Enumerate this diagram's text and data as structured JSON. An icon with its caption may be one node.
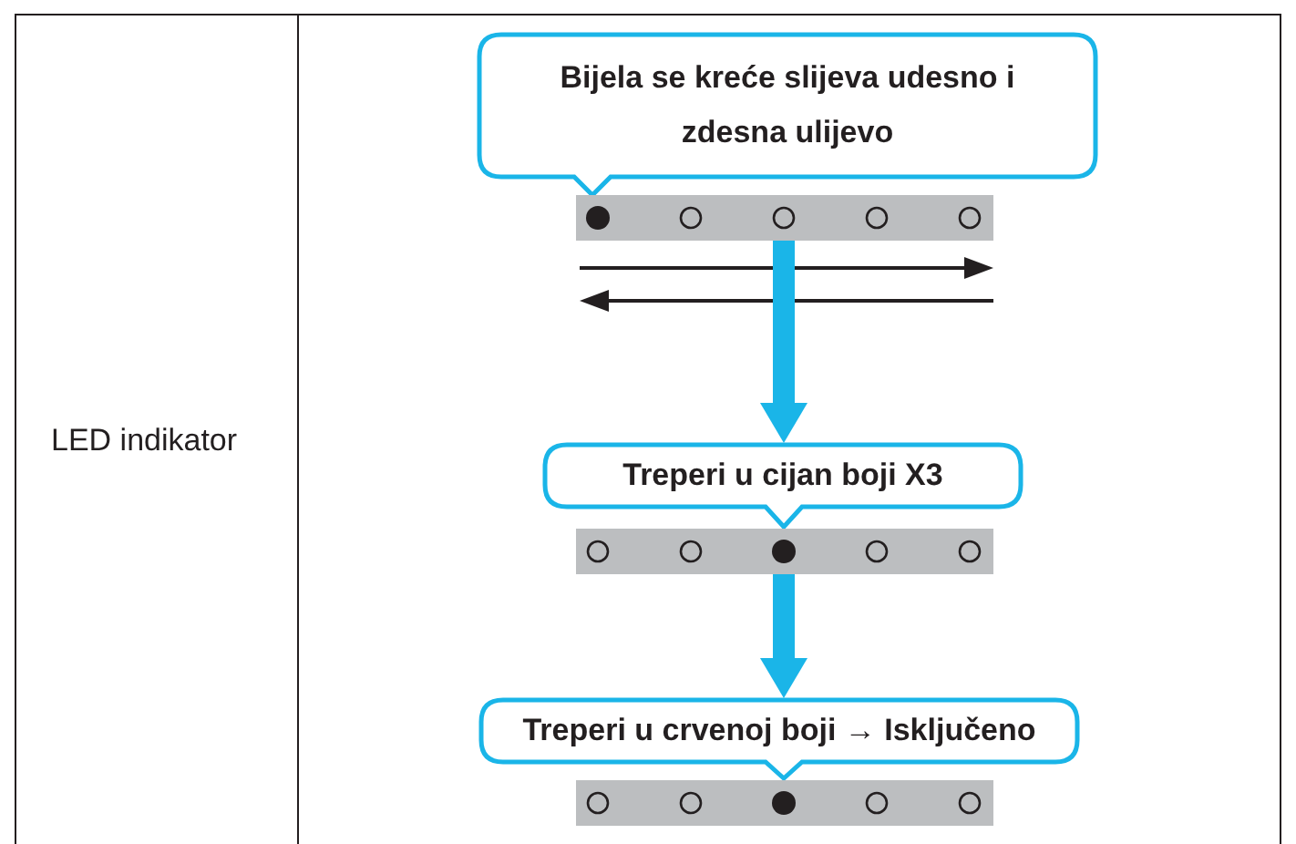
{
  "diagram": {
    "nodes": [
      {
        "text": [
          "Bijela se kreće slijeva udesno i zdesna ulijevo"
        ]
      },
      {
        "text": [],
        "shape": "bar"
      },
      {
        "text": [
          "Treperi u cijan boji X3"
        ]
      },
      {
        "text": [],
        "shape": "bar"
      },
      {
        "text": [
          "Treperi u crvenoj boji → Isključeno"
        ]
      },
      {
        "text": [],
        "shape": "bar"
      }
    ],
    "edges": [
      {
        "from": 1,
        "to": 2,
        "arrow": "to"
      },
      {
        "from": 3,
        "to": 4,
        "arrow": "to"
      }
    ],
    "labels": [
      "LED indikator"
    ]
  }
}
